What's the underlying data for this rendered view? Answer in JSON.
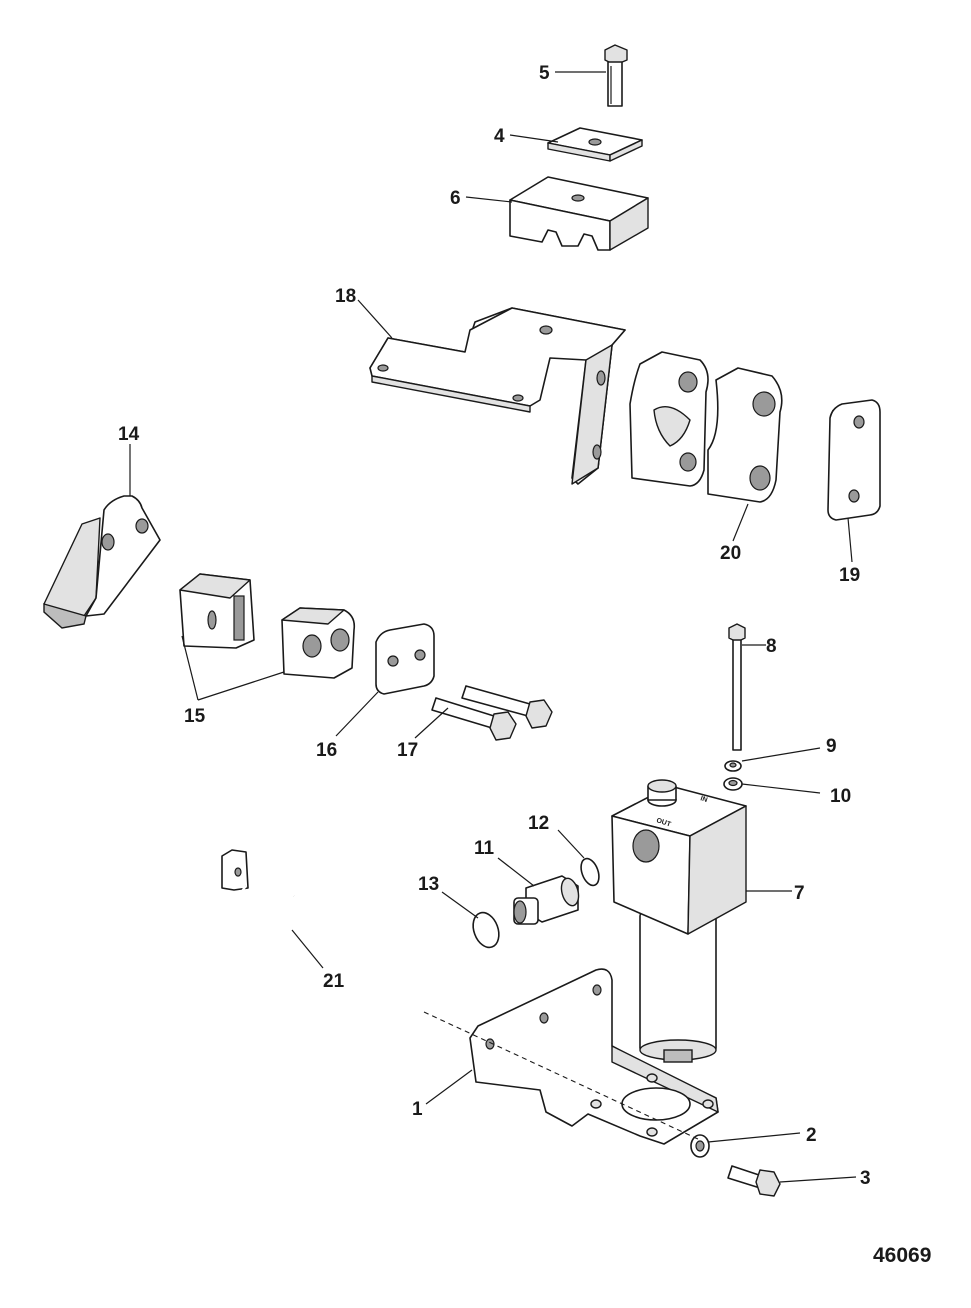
{
  "figure_number": "46069",
  "callouts": {
    "c1": "1",
    "c2": "2",
    "c3": "3",
    "c4": "4",
    "c5": "5",
    "c6": "6",
    "c7": "7",
    "c8": "8",
    "c9": "9",
    "c10": "10",
    "c11": "11",
    "c12": "12",
    "c13": "13",
    "c14": "14",
    "c15": "15",
    "c16": "16",
    "c17": "17",
    "c18": "18",
    "c19": "19",
    "c20": "20",
    "c21": "21"
  },
  "filter_head_stamps": {
    "out": "OUT",
    "in": "IN"
  }
}
